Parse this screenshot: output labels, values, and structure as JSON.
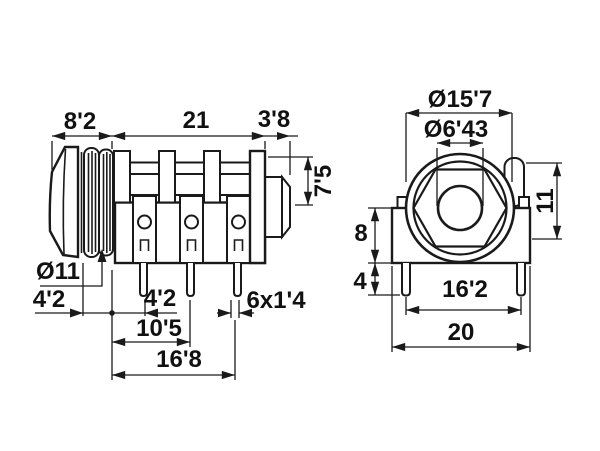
{
  "side_view": {
    "dims": {
      "cap_width": "8'2",
      "body_length": "21",
      "rear_length": "3'8",
      "rear_height": "7'5",
      "bushing_diameter": "Ø11",
      "cap_to_body_offset": "4'2",
      "body_to_first_pin": "4'2",
      "pins_spec": "6x1'4",
      "pin_pitch_mid": "10'5",
      "pin_pitch_outer": "16'8"
    }
  },
  "front_view": {
    "dims": {
      "flange_diameter": "Ø15'7",
      "hole_diameter": "Ø6'43",
      "upper_height": "11",
      "body_height": "8",
      "pin_length": "4",
      "pin_span": "16'2",
      "body_width": "20"
    }
  },
  "colors": {
    "line": "#1a1a1a",
    "background": "#ffffff"
  }
}
